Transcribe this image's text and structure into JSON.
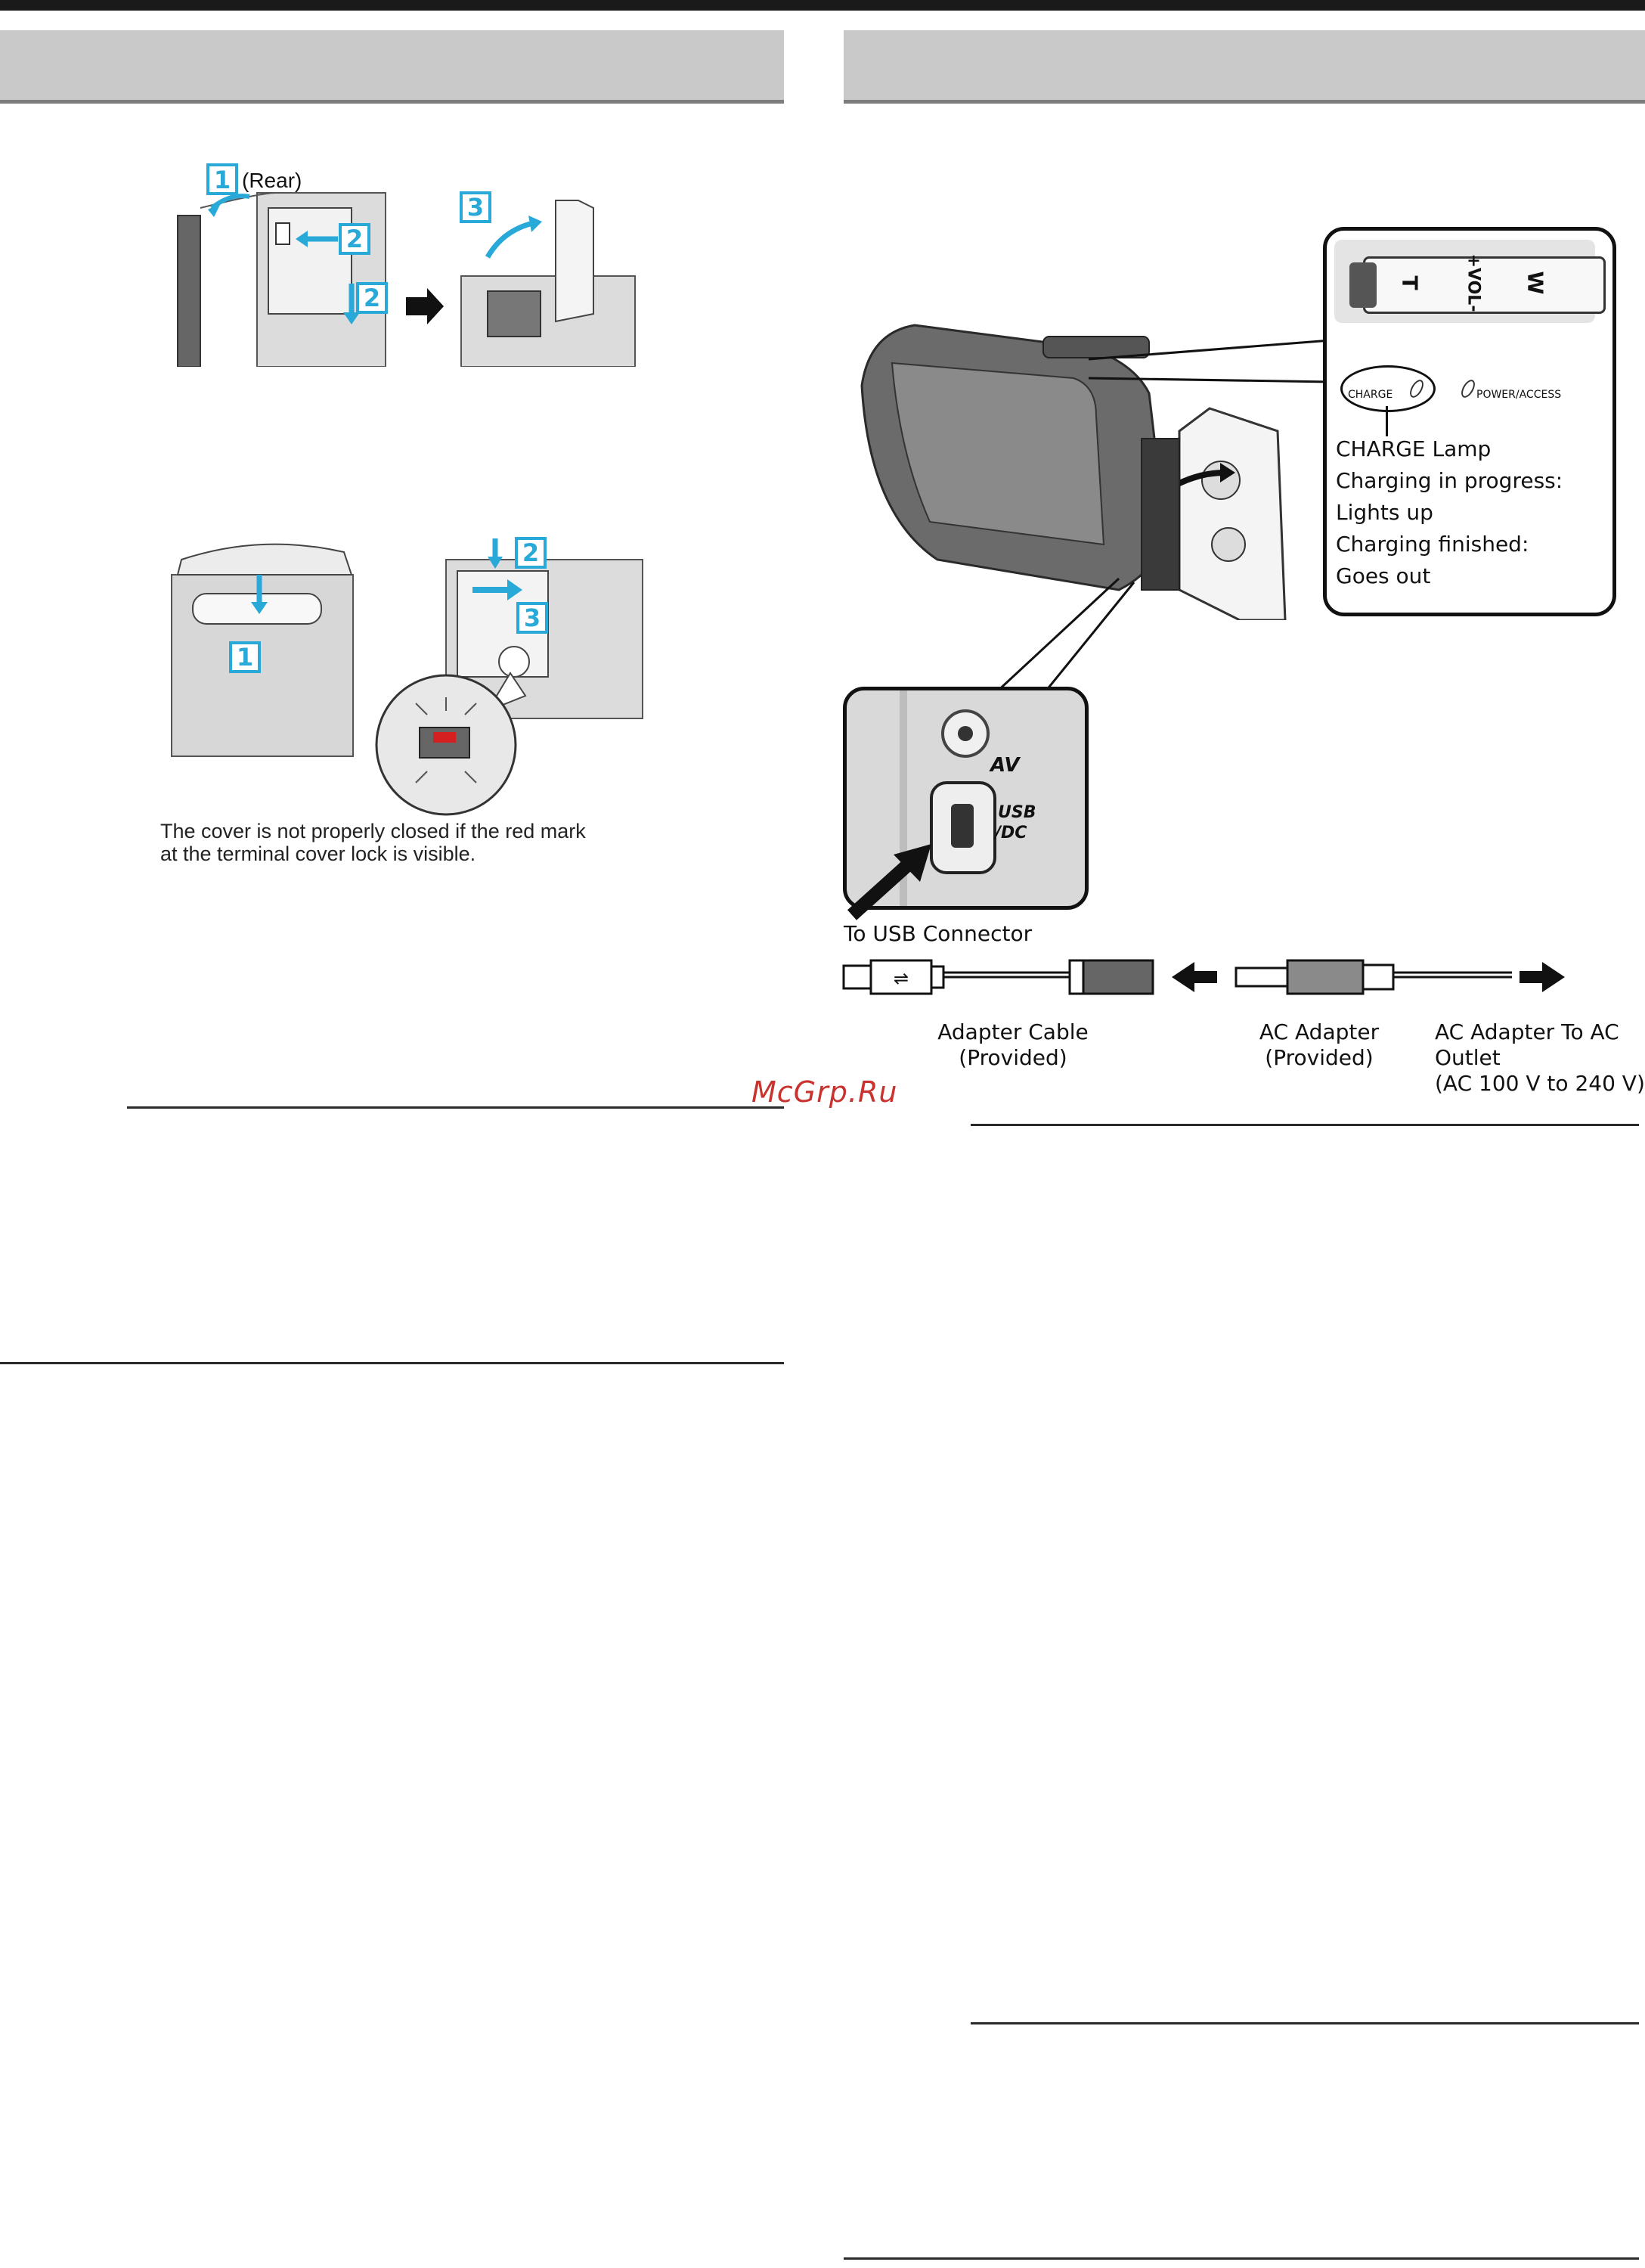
{
  "step_badges": {
    "one": "1",
    "two": "2",
    "three": "3",
    "rear_label": "(Rear)"
  },
  "cover_note": {
    "line1": "The cover is not properly closed if the red mark",
    "line2": "at the terminal cover lock is visible."
  },
  "lcd_callout": {
    "zoom_t": "T",
    "zoom_vol": "+VOL-",
    "zoom_w": "W",
    "charge_small": "CHARGE",
    "power_access_small": "POWER/ACCESS",
    "charge_lamp": "CHARGE Lamp",
    "in_progress": "Charging in progress:",
    "lights_up": "Lights up",
    "finished": "Charging finished:",
    "goes_out": "Goes out"
  },
  "port_callout": {
    "av": "AV",
    "usb": "USB",
    "dc": "/DC"
  },
  "connection": {
    "to_usb": "To USB Connector",
    "adapter_cable": "Adapter Cable",
    "adapter_cable_sub": "(Provided)",
    "ac_adapter": "AC Adapter",
    "ac_adapter_sub": "(Provided)",
    "ac_outlet_1": "AC Adapter To AC",
    "ac_outlet_2": "Outlet",
    "ac_outlet_3": "(AC 100 V to 240 V)"
  },
  "watermark": "McGrp.Ru",
  "colors": {
    "badge": "#29a9d8",
    "header_bg": "#c9c9c9",
    "header_border": "#7d7d7d",
    "red_mark": "#d42020",
    "watermark": "#c8332f"
  }
}
